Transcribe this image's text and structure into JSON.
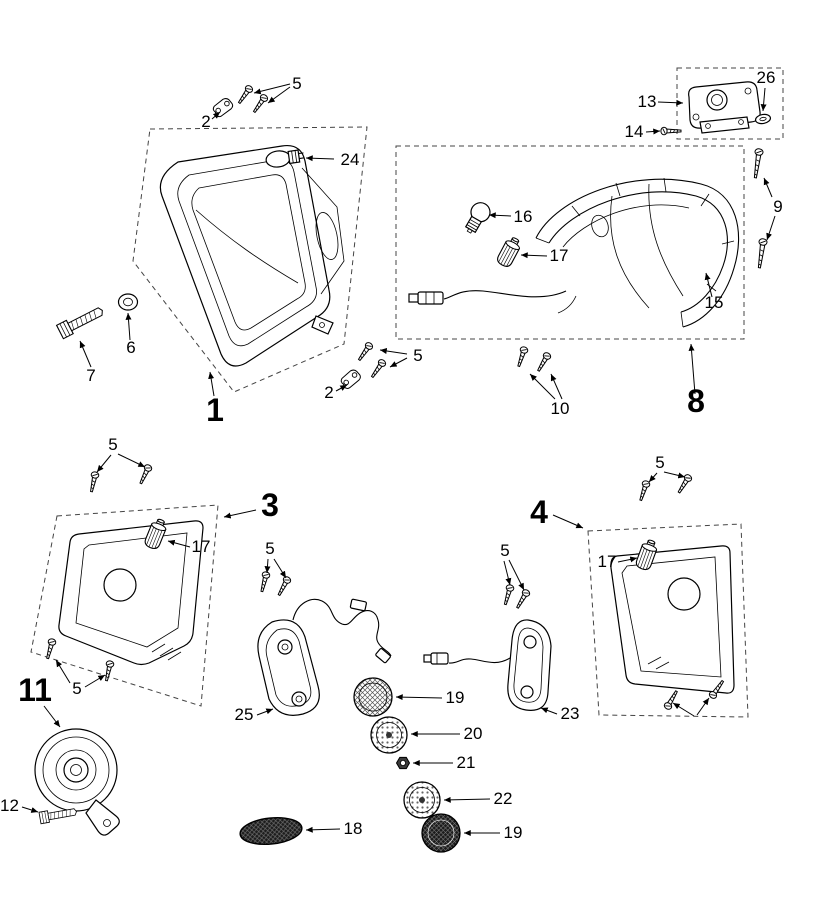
{
  "assemblies": {
    "headlight": "1",
    "left_panel": "3",
    "right_panel": "4",
    "tail_light": "8",
    "horn": "11"
  },
  "parts": {
    "bracket": "2",
    "screw": "5",
    "washer": "6",
    "bolt": "7",
    "screw_long": "9",
    "screw_pair": "10",
    "horn_bolt": "12",
    "tail_bracket": "13",
    "tail_bracket_screw": "14",
    "tail_housing": "15",
    "tail_bulb": "16",
    "bulb_holder": "17",
    "grille": "18",
    "reflector": "19",
    "lens": "20",
    "nut": "21",
    "lens_round": "22",
    "rear_signal": "23",
    "headlight_bulb": "24",
    "front_signal": "25",
    "clip": "26"
  }
}
